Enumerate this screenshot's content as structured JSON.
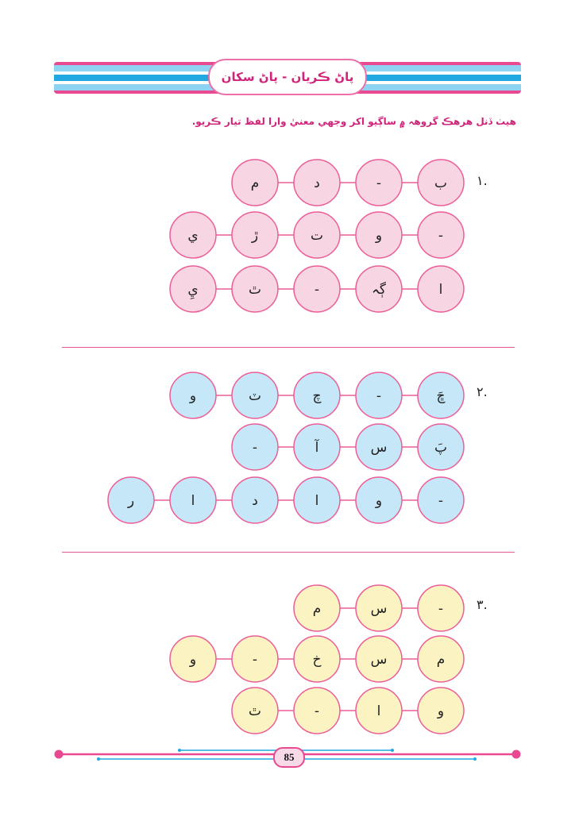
{
  "header": {
    "title": "پاڻ ڪريان - پاڻ سکان"
  },
  "instruction": "هيٺ ڏنل هرهڪ گروهہ ۾ ساڳيو اکر وجهي معنيٰ وارا لفظ تيار ڪريو.",
  "exercises": [
    {
      "number": "١.",
      "color": "#f7d5e3",
      "rows": [
        [
          "ب",
          "-",
          "د",
          "م"
        ],
        [
          "-",
          "و",
          "ت",
          "ڙ",
          "ي"
        ],
        [
          "ا",
          "ڳہ",
          "-",
          "ٿ",
          "يِ"
        ]
      ]
    },
    {
      "number": "٢.",
      "color": "#c6e7f8",
      "rows": [
        [
          "ڇَ",
          "-",
          "چ",
          "ٽ",
          "و"
        ],
        [
          "پَ",
          "س",
          "آ",
          "-"
        ],
        [
          "-",
          "و",
          "ا",
          "د",
          "ا",
          "ر"
        ]
      ]
    },
    {
      "number": "٣.",
      "color": "#fbf3c2",
      "rows": [
        [
          "-",
          "س",
          "م"
        ],
        [
          "م",
          "س",
          "خ",
          "-",
          "و"
        ],
        [
          "و",
          "ا",
          "-",
          "ٿ"
        ]
      ]
    }
  ],
  "footer": {
    "page_number": "85"
  },
  "colors": {
    "circle_border": "#ec5d98",
    "accent_pink": "#e94990",
    "accent_blue": "#21a8e0"
  }
}
